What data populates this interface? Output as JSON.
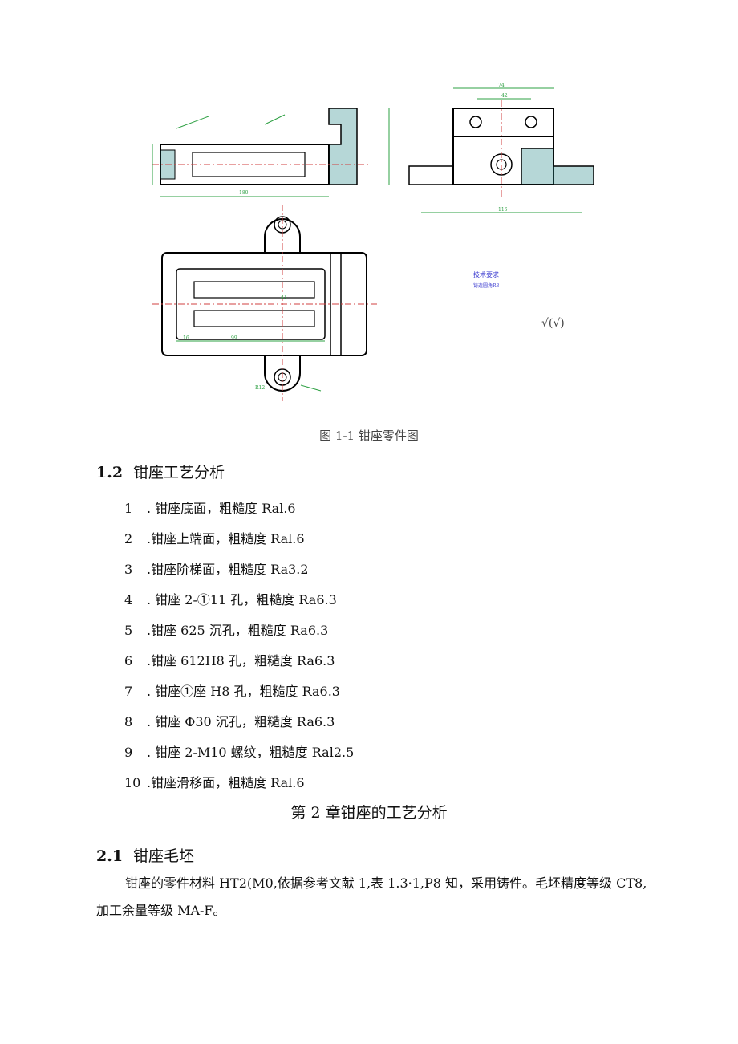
{
  "figure": {
    "caption": "图 1-1 钳座零件图",
    "notes_title": "技术要求",
    "notes_text": "铸造圆角R3",
    "roughness_mark": "√(√)",
    "dims": {
      "front_len": "180",
      "side_w": "74",
      "side_inner": "42",
      "side_total": "116",
      "top_a": "41",
      "top_b": "99",
      "top_c": "16",
      "hole_r": "R12"
    }
  },
  "section_1_2": {
    "num": "1.2",
    "title": "钳座工艺分析"
  },
  "items": [
    {
      "n": "1",
      "text": ". 钳座底面，粗糙度 Ral.6"
    },
    {
      "n": "2",
      "text": ".钳座上端面，粗糙度 Ral.6"
    },
    {
      "n": "3",
      "text": ".钳座阶梯面，粗糙度 Ra3.2"
    },
    {
      "n": "4",
      "text": ". 钳座 2-①11 孔，粗糙度 Ra6.3"
    },
    {
      "n": "5",
      "text": ".钳座 625 沉孔，粗糙度 Ra6.3"
    },
    {
      "n": "6",
      "text": ".钳座 612H8 孔，粗糙度 Ra6.3"
    },
    {
      "n": "7",
      "text": ". 钳座①座 H8 孔，粗糙度 Ra6.3"
    },
    {
      "n": "8",
      "text": ". 钳座 Φ30 沉孔，粗糙度 Ra6.3"
    },
    {
      "n": "9",
      "text": ". 钳座 2-M10 螺纹，粗糙度 Ral2.5"
    },
    {
      "n": "10",
      "text": ".钳座滑移面，粗糙度 Ral.6"
    }
  ],
  "chapter_2": "第 2 章钳座的工艺分析",
  "section_2_1": {
    "num": "2.1",
    "title": "钳座毛坯"
  },
  "paragraph": "钳座的零件材料 HT2(M0,依据参考文献 1,表 1.3·1,P8 知，采用铸件。毛坯精度等级 CT8,加工余量等级 MA-F。",
  "colors": {
    "outline": "#000000",
    "dimension": "#2ea043",
    "centerline": "#d04040",
    "hatch": "#2e8b8b",
    "notes": "#3a3ad0"
  }
}
